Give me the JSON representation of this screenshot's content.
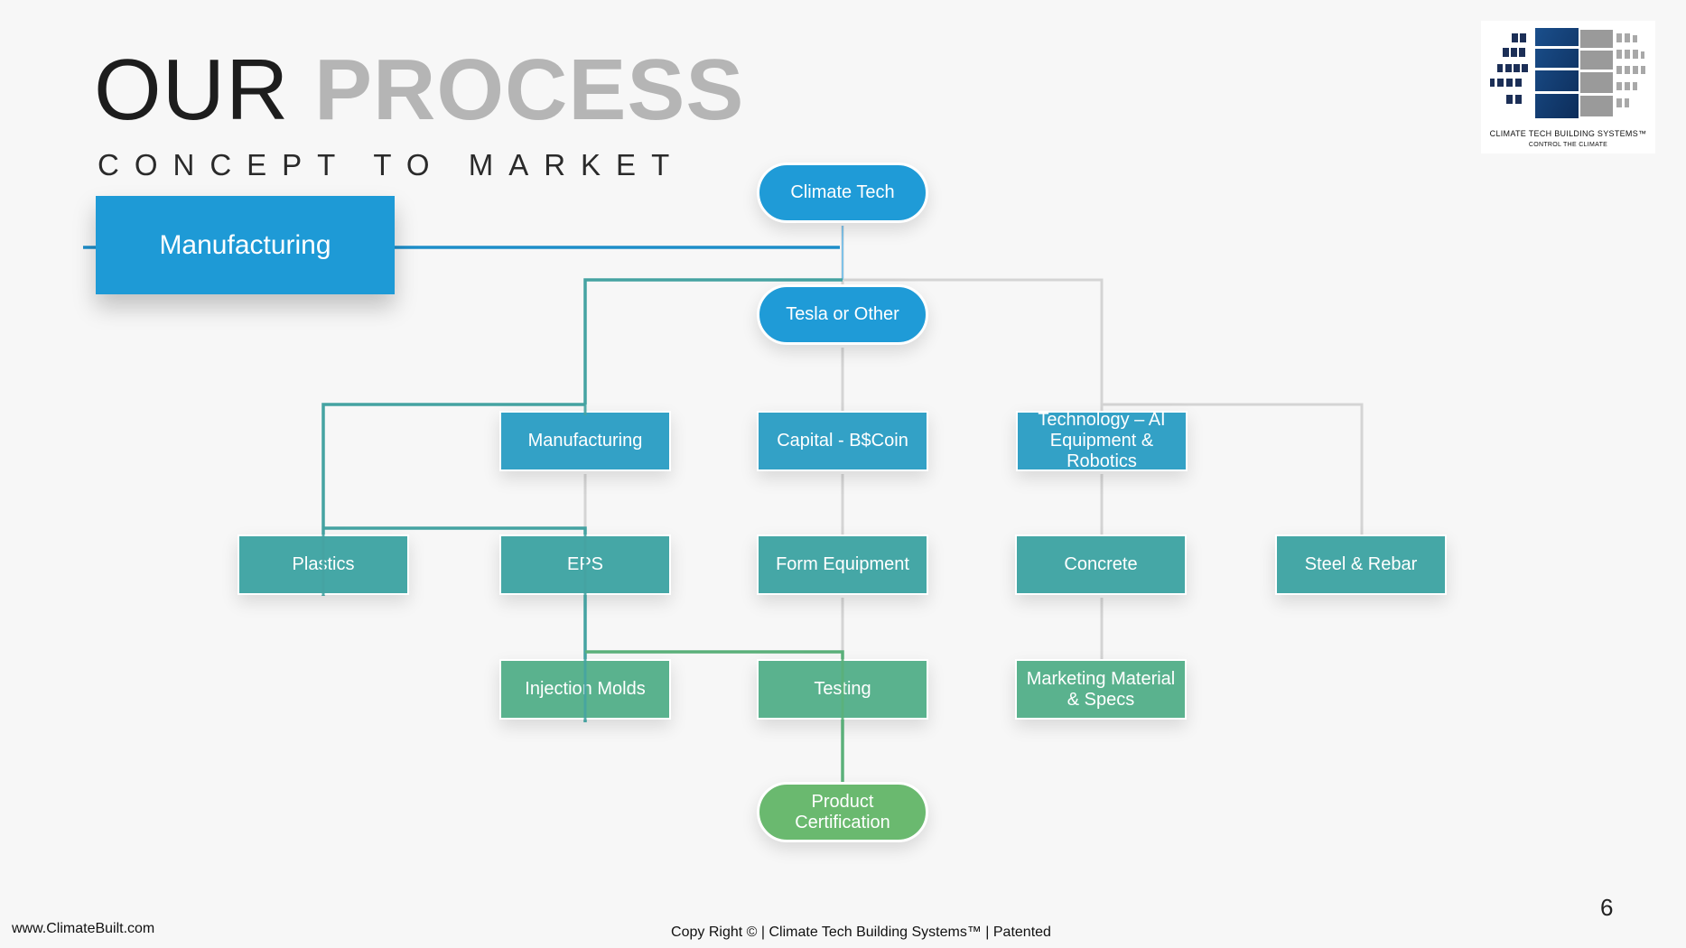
{
  "header": {
    "title_part1": "OUR",
    "title_part2": "PROCESS",
    "subtitle": "CONCEPT TO MARKET"
  },
  "callout": {
    "label": "Manufacturing"
  },
  "diagram": {
    "nodes": {
      "climate_tech": "Climate Tech",
      "tesla_or_other": "Tesla or Other",
      "manufacturing": "Manufacturing",
      "capital": "Capital -  B$Coin",
      "technology": "Technology – AI Equipment & Robotics",
      "plastics": "Plastics",
      "eps": "EPS",
      "form_equipment": "Form Equipment",
      "concrete": "Concrete",
      "steel_rebar": "Steel  & Rebar",
      "injection_molds": "Injection Molds",
      "testing": "Testing",
      "marketing_material": "Marketing Material & Specs",
      "product_certification": "Product Certification"
    }
  },
  "logo": {
    "line1": "CLIMATE TECH BUILDING SYSTEMS™",
    "line2": "CONTROL THE CLIMATE"
  },
  "footer": {
    "page_number": "6",
    "website": "www.ClimateBuilt.com",
    "copyright": "Copy Right © | Climate Tech Building Systems™ | Patented"
  },
  "colors": {
    "accent_blue": "#1e9ad6",
    "steel_blue": "#33a1c6",
    "teal": "#45a7a6",
    "green": "#5ab28e",
    "light_green": "#6ab96f",
    "highlight_path": "#4aa3a0"
  }
}
